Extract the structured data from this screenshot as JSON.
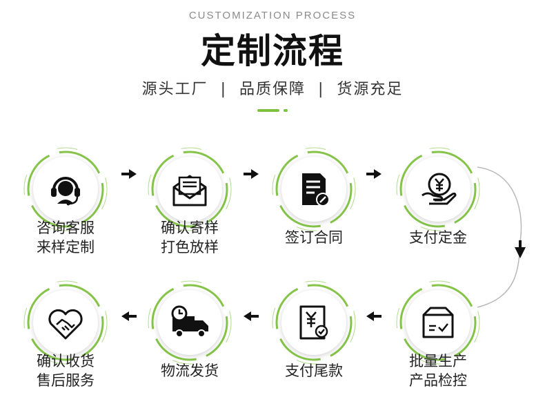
{
  "header": {
    "eyebrow": "CUSTOMIZATION PROCESS",
    "title": "定制流程",
    "subtitle": "源头工厂  |  品质保障  |  货源充足",
    "accent_color": "#7ec13f"
  },
  "steps": [
    {
      "label": "咨询客服\n来样定制",
      "icon": "headset-icon"
    },
    {
      "label": "确认寄样\n打色放样",
      "icon": "envelope-icon"
    },
    {
      "label": "签订合同",
      "icon": "contract-icon"
    },
    {
      "label": "支付定金",
      "icon": "yuan-coin-hand-icon"
    },
    {
      "label": "批量生产\n产品检控",
      "icon": "box-check-icon"
    },
    {
      "label": "支付尾款",
      "icon": "yuan-receipt-icon"
    },
    {
      "label": "物流发货",
      "icon": "delivery-truck-icon"
    },
    {
      "label": "确认收货\n售后服务",
      "icon": "handshake-heart-icon"
    }
  ]
}
